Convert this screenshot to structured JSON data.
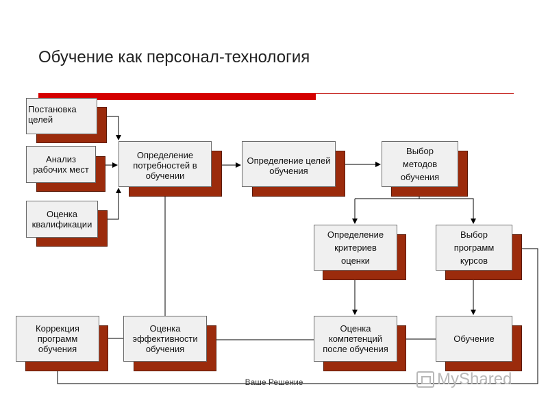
{
  "title": "Обучение как персонал-технология",
  "boxes": {
    "goal_setting": "Постановка\nцелей",
    "job_analysis": "Анализ\nрабочих мест",
    "qualification_assessment": "Оценка\nквалификации",
    "needs_definition": "Определение\nпотребностей в\nобучении",
    "training_goals": "Определение целей\nобучения",
    "methods_choice": "Выбор\nметодов\nобучения",
    "criteria_definition": "Определение\nкритериев\nоценки",
    "program_choice": "Выбор\nпрограмм\nкурсов",
    "program_correction": "Коррекция\nпрограмм\nобучения",
    "effectiveness_assessment": "Оценка\nэффективности\nобучения",
    "competency_assessment": "Оценка\nкомпетенций\nпосле обучения",
    "training": "Обучение"
  },
  "footer": "Ваше Решение",
  "watermark": "MyShared",
  "colors": {
    "accent_red": "#d40000",
    "shadow_brown": "#9b2b0c",
    "box_fill": "#f0f0f0"
  }
}
